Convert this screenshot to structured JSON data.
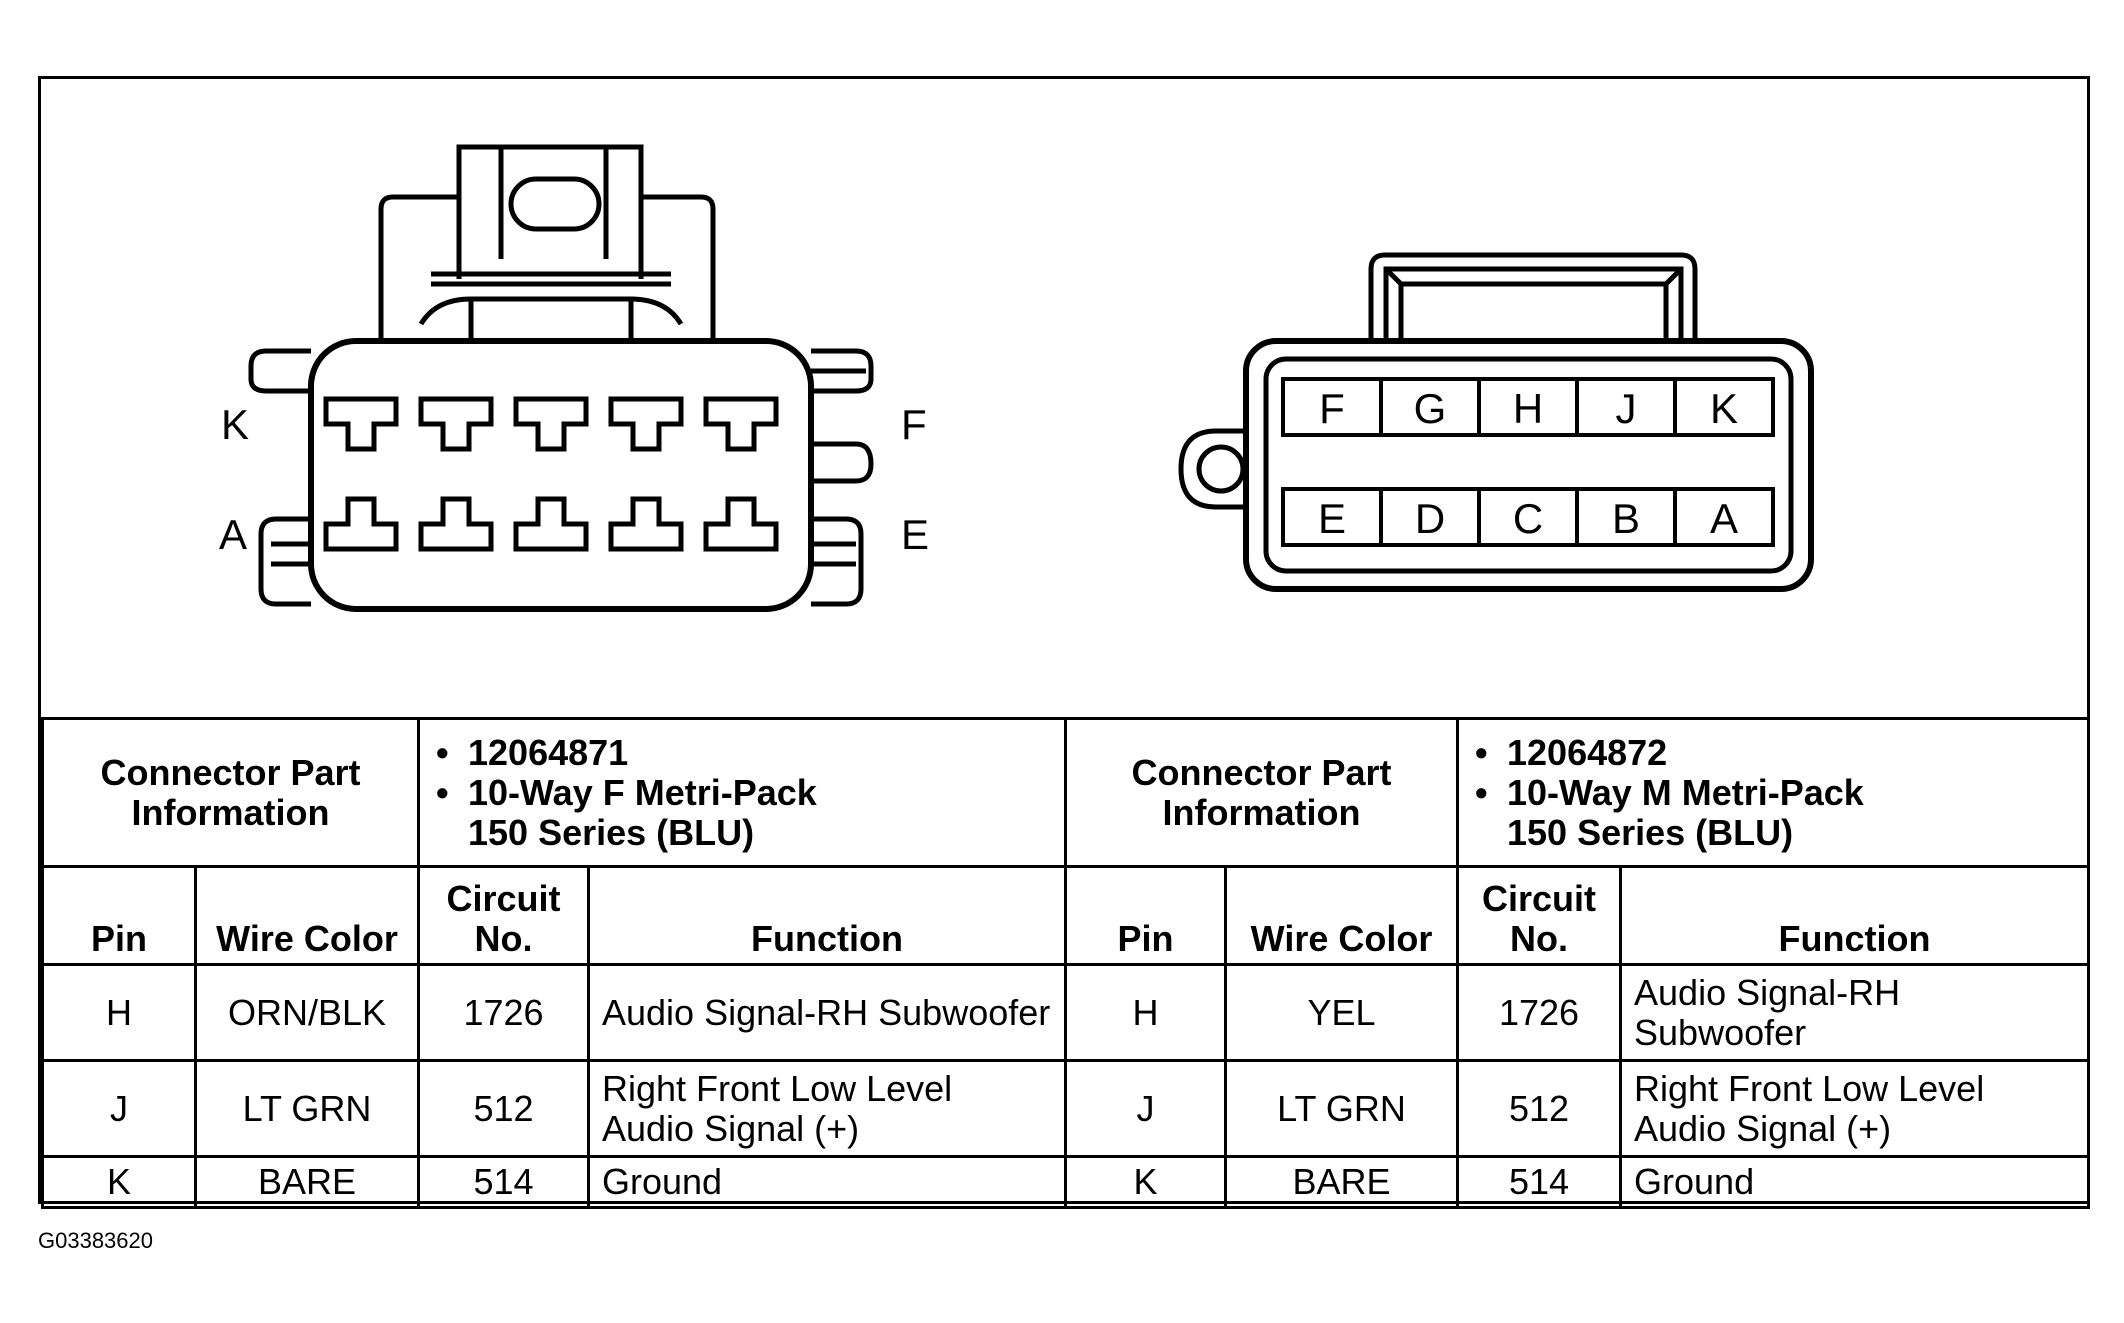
{
  "figure_id": "G03383620",
  "female_connector": {
    "corner_labels": {
      "top_left": "K",
      "bottom_left": "A",
      "top_right": "F",
      "bottom_right": "E"
    }
  },
  "male_connector": {
    "top_row": [
      "F",
      "G",
      "H",
      "J",
      "K"
    ],
    "bottom_row": [
      "E",
      "D",
      "C",
      "B",
      "A"
    ]
  },
  "left": {
    "part_info_label": "Connector Part Information",
    "part_number": "12064871",
    "description_line1": "10-Way F Metri-Pack",
    "description_line2": "150 Series (BLU)",
    "headers": {
      "pin": "Pin",
      "wire_color": "Wire Color",
      "circuit": "Circuit No.",
      "function": "Function"
    },
    "rows": [
      {
        "pin": "H",
        "wire_color": "ORN/BLK",
        "circuit": "1726",
        "function": "Audio Signal-RH Subwoofer"
      },
      {
        "pin": "J",
        "wire_color": "LT GRN",
        "circuit": "512",
        "function": "Right Front Low Level Audio Signal (+)"
      },
      {
        "pin": "K",
        "wire_color": "BARE",
        "circuit": "514",
        "function": "Ground"
      }
    ]
  },
  "right": {
    "part_info_label": "Connector Part Information",
    "part_number": "12064872",
    "description_line1": "10-Way M Metri-Pack",
    "description_line2": "150 Series (BLU)",
    "headers": {
      "pin": "Pin",
      "wire_color": "Wire Color",
      "circuit": "Circuit No.",
      "function": "Function"
    },
    "rows": [
      {
        "pin": "H",
        "wire_color": "YEL",
        "circuit": "1726",
        "function": "Audio Signal-RH Subwoofer"
      },
      {
        "pin": "J",
        "wire_color": "LT GRN",
        "circuit": "512",
        "function": "Right Front Low Level Audio Signal (+)"
      },
      {
        "pin": "K",
        "wire_color": "BARE",
        "circuit": "514",
        "function": "Ground"
      }
    ]
  }
}
